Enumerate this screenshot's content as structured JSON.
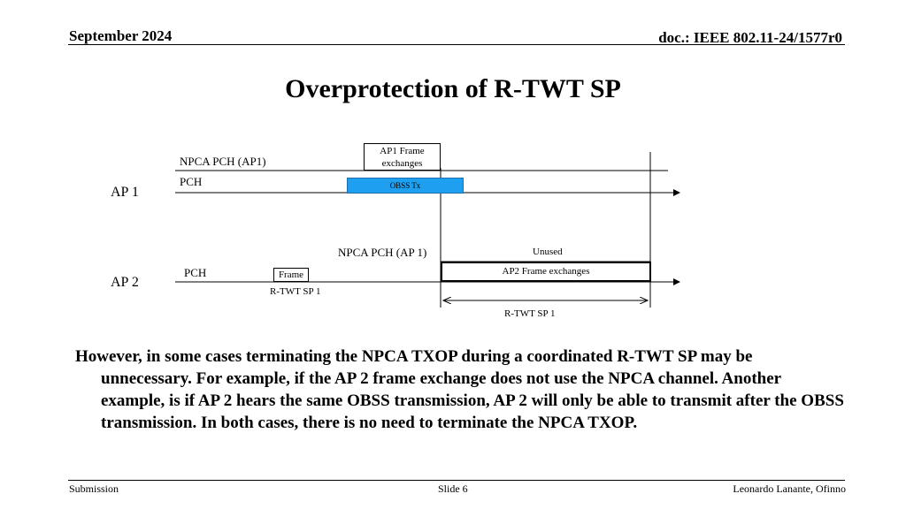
{
  "header": {
    "date": "September 2024",
    "doc_id": "doc.: IEEE 802.11-24/1577r0"
  },
  "title": "Overprotection of R-TWT SP",
  "diagram": {
    "ap1": {
      "label": "AP 1",
      "npca_label": "NPCA PCH (AP1)",
      "pch_label": "PCH",
      "frame_exchanges_line1": "AP1 Frame",
      "frame_exchanges_line2": "exchanges",
      "obss_tx": "OBSS Tx",
      "obss_color": "#1f9ff0"
    },
    "ap2": {
      "label": "AP 2",
      "npca_label": "NPCA PCH (AP 1)",
      "pch_label": "PCH",
      "frame_label": "Frame",
      "rtwt_small": "R-TWT SP 1",
      "unused": "Unused",
      "frame_exchanges": "AP2 Frame exchanges",
      "rtwt_span": "R-TWT SP 1"
    }
  },
  "body": {
    "paragraph": "However, in some cases terminating the NPCA TXOP during a coordinated R-TWT SP may be unnecessary. For example, if the AP 2 frame exchange does not use the NPCA channel. Another example, is if AP 2 hears the same OBSS transmission, AP 2 will only be able to transmit after the OBSS transmission. In both cases, there is no need to terminate the NPCA TXOP."
  },
  "footer": {
    "left": "Submission",
    "center": "Slide 6",
    "right": "Leonardo Lanante, Ofinno"
  }
}
